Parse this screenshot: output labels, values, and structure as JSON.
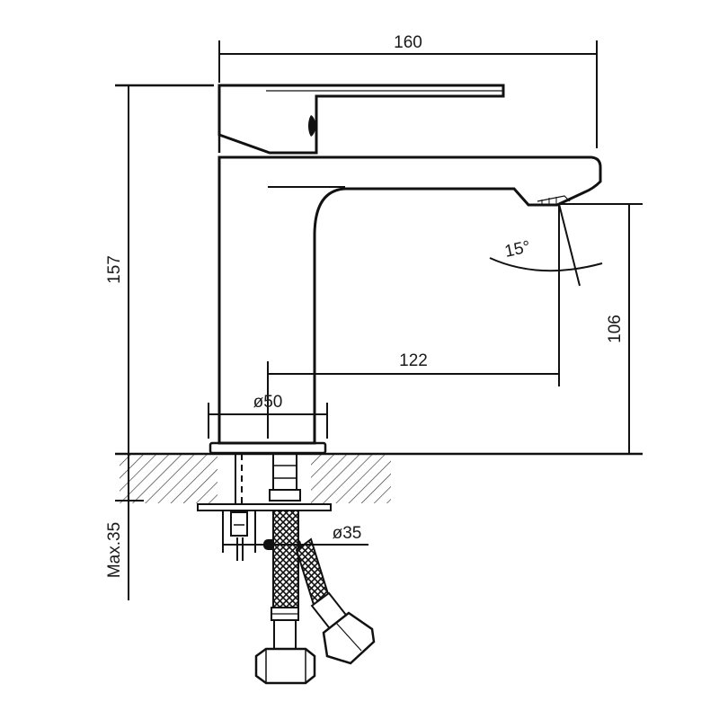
{
  "dimensions": {
    "overall_length": "160",
    "overall_height": "157",
    "spout_reach": "122",
    "spout_height": "106",
    "base_diameter": "ø50",
    "mount_hole_diameter": "ø35",
    "max_deck_thickness": "Max.35",
    "spout_angle": "15°"
  },
  "colors": {
    "line": "#111111",
    "background": "#ffffff"
  }
}
